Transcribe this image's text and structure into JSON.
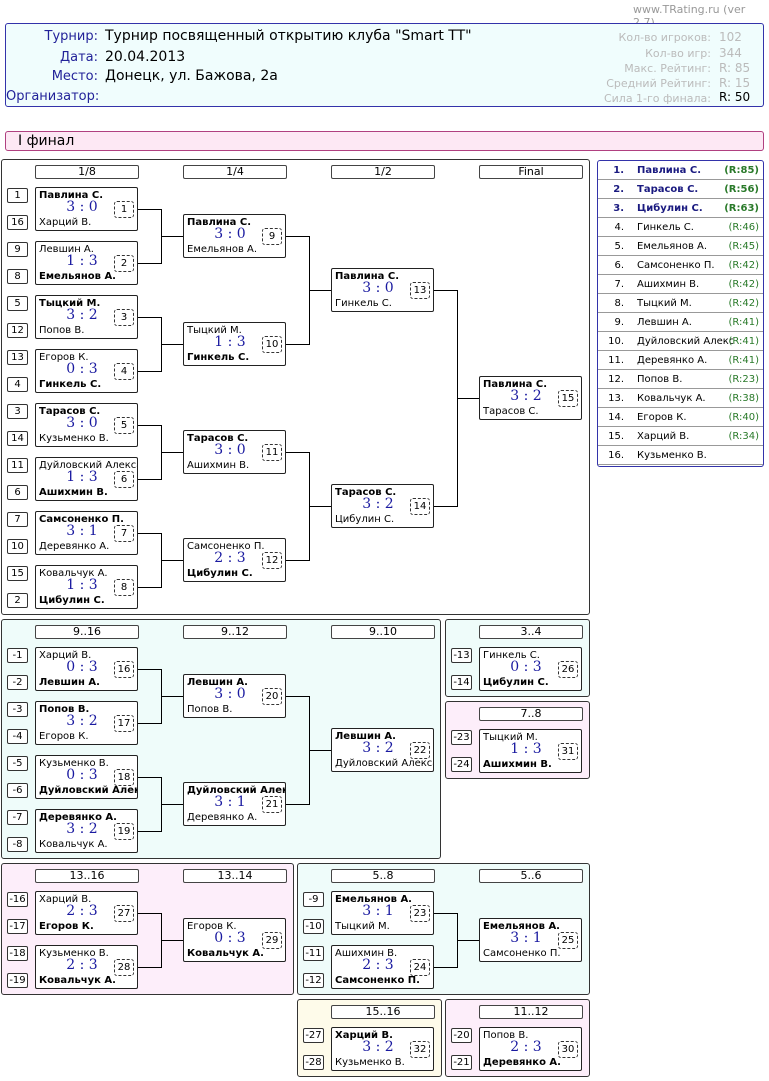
{
  "site": "www.TRating.ru (ver 2.7)",
  "info": {
    "tournament_label": "Турнир:",
    "tournament": "Турнир посвященный открытию клуба \"Smart TT\"",
    "date_label": "Дата:",
    "date": "20.04.2013",
    "place_label": "Место:",
    "place": "Донецк, ул. Бажова, 2а",
    "org_label": "Организатор:",
    "stats": [
      {
        "label": "Кол-во игроков:",
        "value": "102"
      },
      {
        "label": "Кол-во игр:",
        "value": "344"
      },
      {
        "label": "Макс. Рейтинг:",
        "value": "R:  85"
      },
      {
        "label": "Средний Рейтинг:",
        "value": "R:  15"
      },
      {
        "label": "Сила 1-го финала:",
        "value": "R:  50"
      }
    ]
  },
  "final_title": "I финал",
  "headers": {
    "r16": "1/8",
    "qf": "1/4",
    "sf": "1/2",
    "f": "Final",
    "c9_16": "9..16",
    "c9_12": "9..12",
    "c9_10": "9..10",
    "c3_4": "3..4",
    "c7_8": "7..8",
    "c13_16": "13..16",
    "c13_14": "13..14",
    "c5_8": "5..8",
    "c5_6": "5..6",
    "c15_16": "15..16",
    "c11_12": "11..12"
  },
  "seeds": {
    "m1": [
      "1",
      "16"
    ],
    "m2": [
      "9",
      "8"
    ],
    "m3": [
      "5",
      "12"
    ],
    "m4": [
      "13",
      "4"
    ],
    "m5": [
      "3",
      "14"
    ],
    "m6": [
      "11",
      "6"
    ],
    "m7": [
      "7",
      "10"
    ],
    "m8": [
      "15",
      "2"
    ],
    "m16": [
      "-1",
      "-2"
    ],
    "m17": [
      "-3",
      "-4"
    ],
    "m18": [
      "-5",
      "-6"
    ],
    "m19": [
      "-7",
      "-8"
    ],
    "m26": [
      "-13",
      "-14"
    ],
    "m31": [
      "-23",
      "-24"
    ],
    "m27": [
      "-16",
      "-17"
    ],
    "m28": [
      "-18",
      "-19"
    ],
    "m23": [
      "-9",
      "-10"
    ],
    "m24": [
      "-11",
      "-12"
    ],
    "m32": [
      "-27",
      "-28"
    ],
    "m30": [
      "-20",
      "-21"
    ]
  },
  "matches": {
    "m1": {
      "p1": "Павлина С.",
      "p2": "Харций В.",
      "score": "3 : 0",
      "num": "1"
    },
    "m2": {
      "p1": "Левшин А.",
      "p2": "Емельянов А.",
      "score": "1 : 3",
      "num": "2"
    },
    "m3": {
      "p1": "Тыцкий М.",
      "p2": "Попов В.",
      "score": "3 : 2",
      "num": "3"
    },
    "m4": {
      "p1": "Егоров К.",
      "p2": "Гинкель С.",
      "score": "0 : 3",
      "num": "4"
    },
    "m5": {
      "p1": "Тарасов С.",
      "p2": "Кузьменко В.",
      "score": "3 : 0",
      "num": "5"
    },
    "m6": {
      "p1": "Дуйловский Александр",
      "p2": "Ашихмин В.",
      "score": "1 : 3",
      "num": "6"
    },
    "m7": {
      "p1": "Самсоненко П.",
      "p2": "Деревянко А.",
      "score": "3 : 1",
      "num": "7"
    },
    "m8": {
      "p1": "Ковальчук А.",
      "p2": "Цибулин С.",
      "score": "1 : 3",
      "num": "8"
    },
    "m9": {
      "p1": "Павлина С.",
      "p2": "Емельянов А.",
      "score": "3 : 0",
      "num": "9"
    },
    "m10": {
      "p1": "Тыцкий М.",
      "p2": "Гинкель С.",
      "score": "1 : 3",
      "num": "10"
    },
    "m11": {
      "p1": "Тарасов С.",
      "p2": "Ашихмин В.",
      "score": "3 : 0",
      "num": "11"
    },
    "m12": {
      "p1": "Самсоненко П.",
      "p2": "Цибулин С.",
      "score": "2 : 3",
      "num": "12"
    },
    "m13": {
      "p1": "Павлина С.",
      "p2": "Гинкель С.",
      "score": "3 : 0",
      "num": "13"
    },
    "m14": {
      "p1": "Тарасов С.",
      "p2": "Цибулин С.",
      "score": "3 : 2",
      "num": "14"
    },
    "m15": {
      "p1": "Павлина С.",
      "p2": "Тарасов С.",
      "score": "3 : 2",
      "num": "15"
    },
    "m16": {
      "p1": "Харций В.",
      "p2": "Левшин А.",
      "score": "0 : 3",
      "num": "16"
    },
    "m17": {
      "p1": "Попов В.",
      "p2": "Егоров К.",
      "score": "3 : 2",
      "num": "17"
    },
    "m18": {
      "p1": "Кузьменко В.",
      "p2": "Дуйловский Александр",
      "score": "0 : 3",
      "num": "18"
    },
    "m19": {
      "p1": "Деревянко А.",
      "p2": "Ковальчук А.",
      "score": "3 : 2",
      "num": "19"
    },
    "m20": {
      "p1": "Левшин А.",
      "p2": "Попов В.",
      "score": "3 : 0",
      "num": "20"
    },
    "m21": {
      "p1": "Дуйловский Александр",
      "p2": "Деревянко А.",
      "score": "3 : 1",
      "num": "21"
    },
    "m22": {
      "p1": "Левшин А.",
      "p2": "Дуйловский Александр",
      "score": "3 : 2",
      "num": "22"
    },
    "m26": {
      "p1": "Гинкель С.",
      "p2": "Цибулин С.",
      "score": "0 : 3",
      "num": "26"
    },
    "m31": {
      "p1": "Тыцкий М.",
      "p2": "Ашихмин В.",
      "score": "1 : 3",
      "num": "31"
    },
    "m27": {
      "p1": "Харций В.",
      "p2": "Егоров К.",
      "score": "2 : 3",
      "num": "27"
    },
    "m28": {
      "p1": "Кузьменко В.",
      "p2": "Ковальчук А.",
      "score": "2 : 3",
      "num": "28"
    },
    "m29": {
      "p1": "Егоров К.",
      "p2": "Ковальчук А.",
      "score": "0 : 3",
      "num": "29"
    },
    "m23": {
      "p1": "Емельянов А.",
      "p2": "Тыцкий М.",
      "score": "3 : 1",
      "num": "23"
    },
    "m24": {
      "p1": "Ашихмин В.",
      "p2": "Самсоненко П.",
      "score": "2 : 3",
      "num": "24"
    },
    "m25": {
      "p1": "Емельянов А.",
      "p2": "Самсоненко П.",
      "score": "3 : 1",
      "num": "25"
    },
    "m32": {
      "p1": "Харций В.",
      "p2": "Кузьменко В.",
      "score": "3 : 2",
      "num": "32"
    },
    "m30": {
      "p1": "Попов В.",
      "p2": "Деревянко А.",
      "score": "2 : 3",
      "num": "30"
    }
  },
  "ranking": [
    {
      "pos": "1.",
      "name": "Павлина С.",
      "rating": "(R:85)"
    },
    {
      "pos": "2.",
      "name": "Тарасов С.",
      "rating": "(R:56)"
    },
    {
      "pos": "3.",
      "name": "Цибулин С.",
      "rating": "(R:63)"
    },
    {
      "pos": "4.",
      "name": "Гинкель С.",
      "rating": "(R:46)"
    },
    {
      "pos": "5.",
      "name": "Емельянов А.",
      "rating": "(R:45)"
    },
    {
      "pos": "6.",
      "name": "Самсоненко П.",
      "rating": "(R:42)"
    },
    {
      "pos": "7.",
      "name": "Ашихмин В.",
      "rating": "(R:42)"
    },
    {
      "pos": "8.",
      "name": "Тыцкий М.",
      "rating": "(R:42)"
    },
    {
      "pos": "9.",
      "name": "Левшин А.",
      "rating": "(R:41)"
    },
    {
      "pos": "10.",
      "name": "Дуйловский Александр",
      "rating": "(R:41)"
    },
    {
      "pos": "11.",
      "name": "Деревянко А.",
      "rating": "(R:41)"
    },
    {
      "pos": "12.",
      "name": "Попов В.",
      "rating": "(R:23)"
    },
    {
      "pos": "13.",
      "name": "Ковальчук А.",
      "rating": "(R:38)"
    },
    {
      "pos": "14.",
      "name": "Егоров К.",
      "rating": "(R:40)"
    },
    {
      "pos": "15.",
      "name": "Харций В.",
      "rating": "(R:34)"
    },
    {
      "pos": "16.",
      "name": "Кузьменко В.",
      "rating": ""
    }
  ],
  "colors": {
    "mint": "#effcfa",
    "pink": "#fdeefa",
    "cream": "#fefbea",
    "score": "#1a1aa0"
  }
}
